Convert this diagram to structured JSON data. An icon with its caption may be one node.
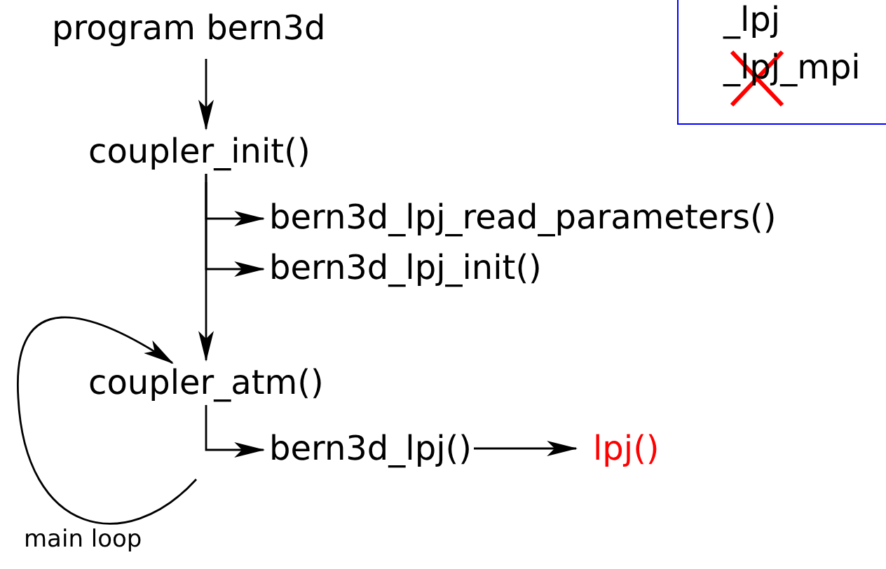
{
  "diagram": {
    "nodes": [
      {
        "text": [
          "program bern3d"
        ]
      },
      {
        "text": [
          "coupler_init()"
        ]
      },
      {
        "text": [
          "bern3d_lpj_read_parameters()"
        ]
      },
      {
        "text": [
          "bern3d_lpj_init()"
        ]
      },
      {
        "text": [
          "coupler_atm()"
        ]
      },
      {
        "text": [
          "bern3d_lpj()"
        ]
      },
      {
        "text": [
          "lpj()"
        ]
      },
      {
        "text": [
          "_lpj",
          "_lpj_mpi"
        ]
      }
    ],
    "edges": [
      {
        "from": 0,
        "to": 1,
        "arrow": "to"
      },
      {
        "from": 1,
        "to": 2,
        "arrow": "to"
      },
      {
        "from": 1,
        "to": 3,
        "arrow": "to"
      },
      {
        "from": 1,
        "to": 4,
        "arrow": "to"
      },
      {
        "from": 4,
        "to": 4,
        "arrow": "to",
        "label": "main loop"
      },
      {
        "from": 4,
        "to": 5,
        "arrow": "to"
      },
      {
        "from": 5,
        "to": 6,
        "arrow": "to"
      }
    ]
  }
}
